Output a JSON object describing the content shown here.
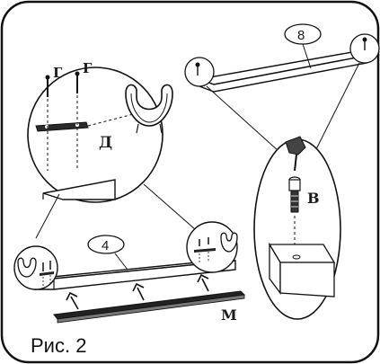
{
  "caption": "Рис. 2",
  "labels": {
    "g1": "Г",
    "g2": "Г",
    "d": "Д",
    "v": "В",
    "m": "М",
    "part4": "4",
    "part8": "8"
  }
}
